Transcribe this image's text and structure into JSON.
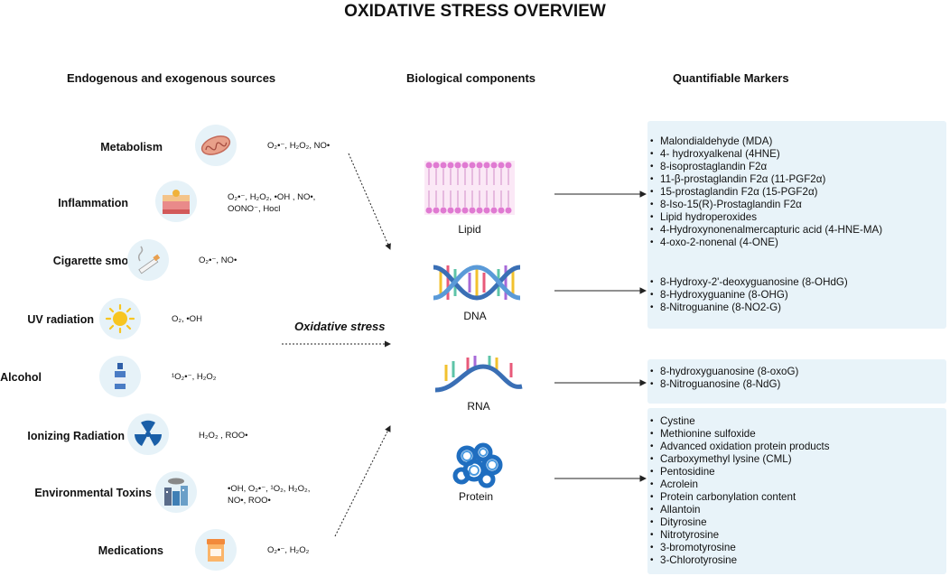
{
  "title": "OXIDATIVE STRESS OVERVIEW",
  "headers": {
    "sources": "Endogenous and exogenous sources",
    "components": "Biological components",
    "markers": "Quantifiable Markers"
  },
  "sources": [
    {
      "label": "Metabolism",
      "icon": "mitochondria-icon",
      "ros_line1": "O₂•⁻, H₂O₂, NO•",
      "ros_line2": ""
    },
    {
      "label": "Inflammation",
      "icon": "inflamed-tissue-icon",
      "ros_line1": "O₂•⁻, H₂O₂, •OH , NO•,",
      "ros_line2": "OONO⁻, Hocl"
    },
    {
      "label": "Cigarette smoke",
      "icon": "cigarette-icon",
      "ros_line1": "O₂•⁻, NO•",
      "ros_line2": ""
    },
    {
      "label": "UV radiation",
      "icon": "sun-icon",
      "ros_line1": "O₂, •OH",
      "ros_line2": ""
    },
    {
      "label": "Alcohol",
      "icon": "bottle-icon",
      "ros_line1": "¹O₂•⁻, H₂O₂",
      "ros_line2": ""
    },
    {
      "label": "Ionizing Radiation",
      "icon": "radiation-icon",
      "ros_line1": "H₂O₂ , ROO•",
      "ros_line2": ""
    },
    {
      "label": "Environmental Toxins",
      "icon": "factory-icon",
      "ros_line1": "•OH, O₂•⁻, ¹O₂, H₂O₂,",
      "ros_line2": "NO•, ROO•"
    },
    {
      "label": "Medications",
      "icon": "pill-box-icon",
      "ros_line1": "O₂•⁻, H₂O₂",
      "ros_line2": ""
    }
  ],
  "oxidative_stress_label": "Oxidative stress",
  "components": [
    {
      "label": "Lipid",
      "icon": "lipid-bilayer-icon"
    },
    {
      "label": "DNA",
      "icon": "dna-helix-icon"
    },
    {
      "label": "RNA",
      "icon": "rna-strand-icon"
    },
    {
      "label": "Protein",
      "icon": "protein-icon"
    }
  ],
  "markers": [
    {
      "component": "Lipid",
      "items": [
        "Malondialdehyde (MDA)",
        "4- hydroxyalkenal (4HNE)",
        "8-isoprostaglandin F2α",
        "11-β-prostaglandin F2α (11-PGF2α)",
        "15-prostaglandin F2α (15-PGF2α)",
        "8-Iso-15(R)-Prostaglandin F2α",
        "Lipid hydroperoxides",
        "4-Hydroxynonenalmercapturic acid (4-HNE-MA)",
        "4-oxo-2-nonenal (4-ONE)"
      ]
    },
    {
      "component": "DNA",
      "items": [
        "8-Hydroxy-2'-deoxyguanosine (8-OHdG)",
        "8-Hydroxyguanine (8-OHG)",
        "8-Nitroguanine (8-NO2-G)"
      ]
    },
    {
      "component": "RNA",
      "items": [
        "8-hydroxyguanosine (8-oxoG)",
        "8-Nitroguanosine (8-NdG)"
      ]
    },
    {
      "component": "Protein",
      "items": [
        "Cystine",
        "Methionine sulfoxide",
        "Advanced oxidation protein products",
        "Carboxymethyl lysine (CML)",
        "Pentosidine",
        "Acrolein",
        "Protein carbonylation content",
        "Allantoin",
        "Dityrosine",
        "Nitrotyrosine",
        "3-bromotyrosine",
        "3-Chlorotyrosine"
      ]
    }
  ]
}
